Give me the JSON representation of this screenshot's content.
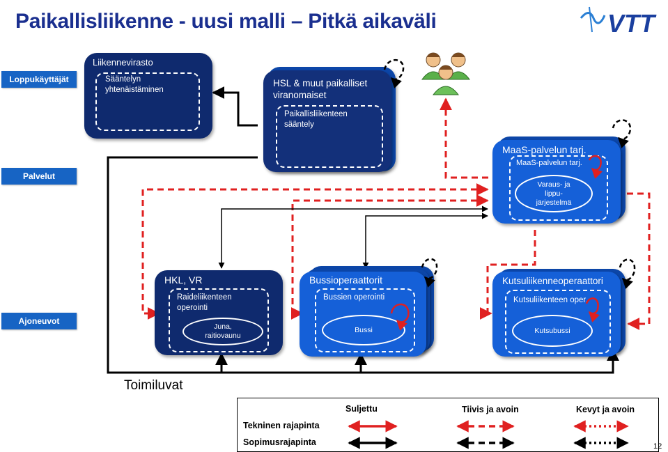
{
  "title": "Paikallisliikenne - uusi malli – Pitkä aikaväli",
  "logo_text": "VTT",
  "row_labels": {
    "loppukayttajat": "Loppukäyttäjät",
    "palvelut": "Palvelut",
    "ajoneuvot": "Ajoneuvot"
  },
  "liikennevirasto": {
    "header": "Liikennevirasto",
    "inner": "Sääntelyn yhtenäistäminen"
  },
  "hsl": {
    "header": "HSL & muut paikalliset viranomaiset",
    "inner": "Paikallisliikenteen sääntely"
  },
  "maas": {
    "header": "MaaS-palvelun tarj.",
    "inner": "MaaS-palvelun tarj.",
    "ellipse": "Varaus- ja lippu- järjestelmä"
  },
  "hkl": {
    "header": "HKL, VR",
    "inner": "Raideliikenteen operointi",
    "ellipse": "Juna, raitiovaunu"
  },
  "bussi": {
    "header": "Bussioperaattorit",
    "inner": "Bussien operointi",
    "ellipse": "Bussi"
  },
  "kutsu": {
    "header": "Kutsuliikenneoperaattori",
    "inner": "Kutsuliikenteen oper.",
    "ellipse": "Kutsubussi"
  },
  "toimiluvat": "Toimiluvat",
  "legend": {
    "col1": "Suljettu",
    "col2": "Tiivis ja avoin",
    "col3": "Kevyt ja avoin",
    "row1": "Tekninen rajapinta",
    "row2": "Sopimusrajapinta"
  },
  "colors": {
    "title": "#1a2f8f",
    "navy": "#0f2a6e",
    "blue": "#1560d8",
    "label_blue": "#1764c4",
    "red": "#e02020"
  },
  "page_number": "12"
}
